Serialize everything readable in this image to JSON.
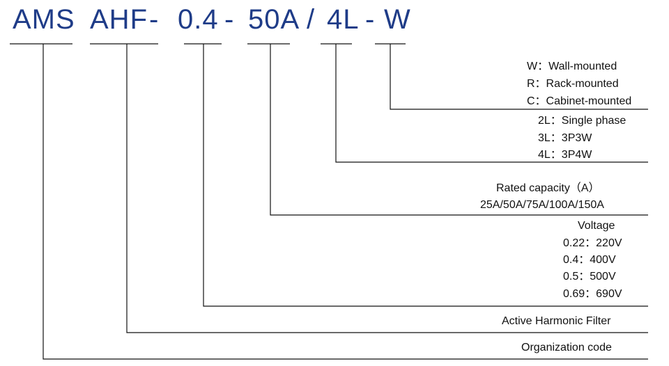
{
  "code_segments": [
    "AMS",
    "AHF",
    "-",
    "0.4",
    "-",
    "50A",
    "/",
    "4L",
    "-",
    "W"
  ],
  "mount": {
    "w": "W：Wall-mounted",
    "r": "R：Rack-mounted",
    "c": "C：Cabinet-mounted"
  },
  "phase": {
    "l2": "2L：Single phase",
    "l3": "3L：3P3W",
    "l4": "4L：3P4W"
  },
  "capacity": {
    "title": "Rated capacity（A）",
    "values": "25A/50A/75A/100A/150A"
  },
  "voltage": {
    "title": "Voltage",
    "v1": "0.22：220V",
    "v2": "0.4：400V",
    "v3": "0.5：500V",
    "v4": "0.69：690V"
  },
  "product": "Active Harmonic Filter",
  "org": "Organization code",
  "colors": {
    "code_text": "#1F3C88",
    "lines": "#111111",
    "labels": "#111111"
  }
}
